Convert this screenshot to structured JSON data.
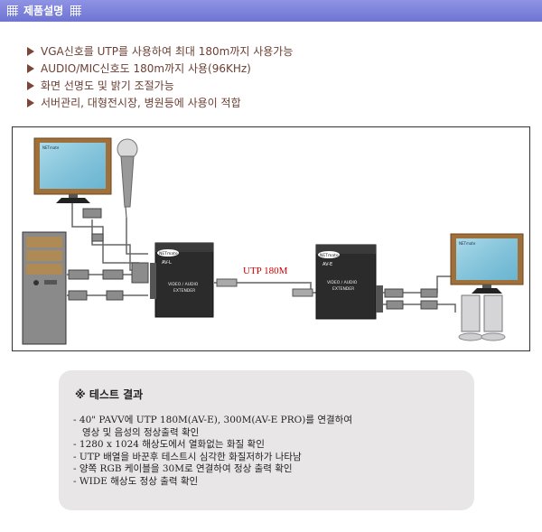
{
  "header": {
    "title": "제품설명",
    "icon": "grid-icon",
    "color": "#7a7fd8"
  },
  "features": [
    "VGA신호를 UTP를 사용하여 최대 180m까지 사용가능",
    "AUDIO/MIC신호도 180m까지 사용(96KHz)",
    "화면 선명도 및 밝기 조절가능",
    "서버관리, 대형전시장, 병원등에 사용이 적합"
  ],
  "diagram": {
    "cable_label": "UTP 180M",
    "cable_label_color": "#cc0000",
    "sender": {
      "brand": "NETmate",
      "model": "AV-L",
      "line1": "VIDEO / AUDIO",
      "line2": "EXTENDER"
    },
    "receiver": {
      "brand": "NETmate",
      "model": "AV-E",
      "line1": "VIDEO / AUDIO",
      "line2": "EXTENDER"
    },
    "monitor_brand": "NETmate"
  },
  "results": {
    "title": "※ 테스트 결과",
    "items": [
      "- 40\" PAVV에 UTP 180M(AV-E), 300M(AV-E PRO)를 연결하여",
      "   영상 및 음성의 정상출력 확인",
      "- 1280 x 1024 해상도에서 열화없는 화질 확인",
      "- UTP 배열을 바꾼후 테스트시 심각한 화질저하가 나타남",
      "- 양쪽 RGB 케이블을 30M로 연결하여 정상 출력 확인",
      "- WIDE 해상도 정상 출력 확인"
    ]
  }
}
